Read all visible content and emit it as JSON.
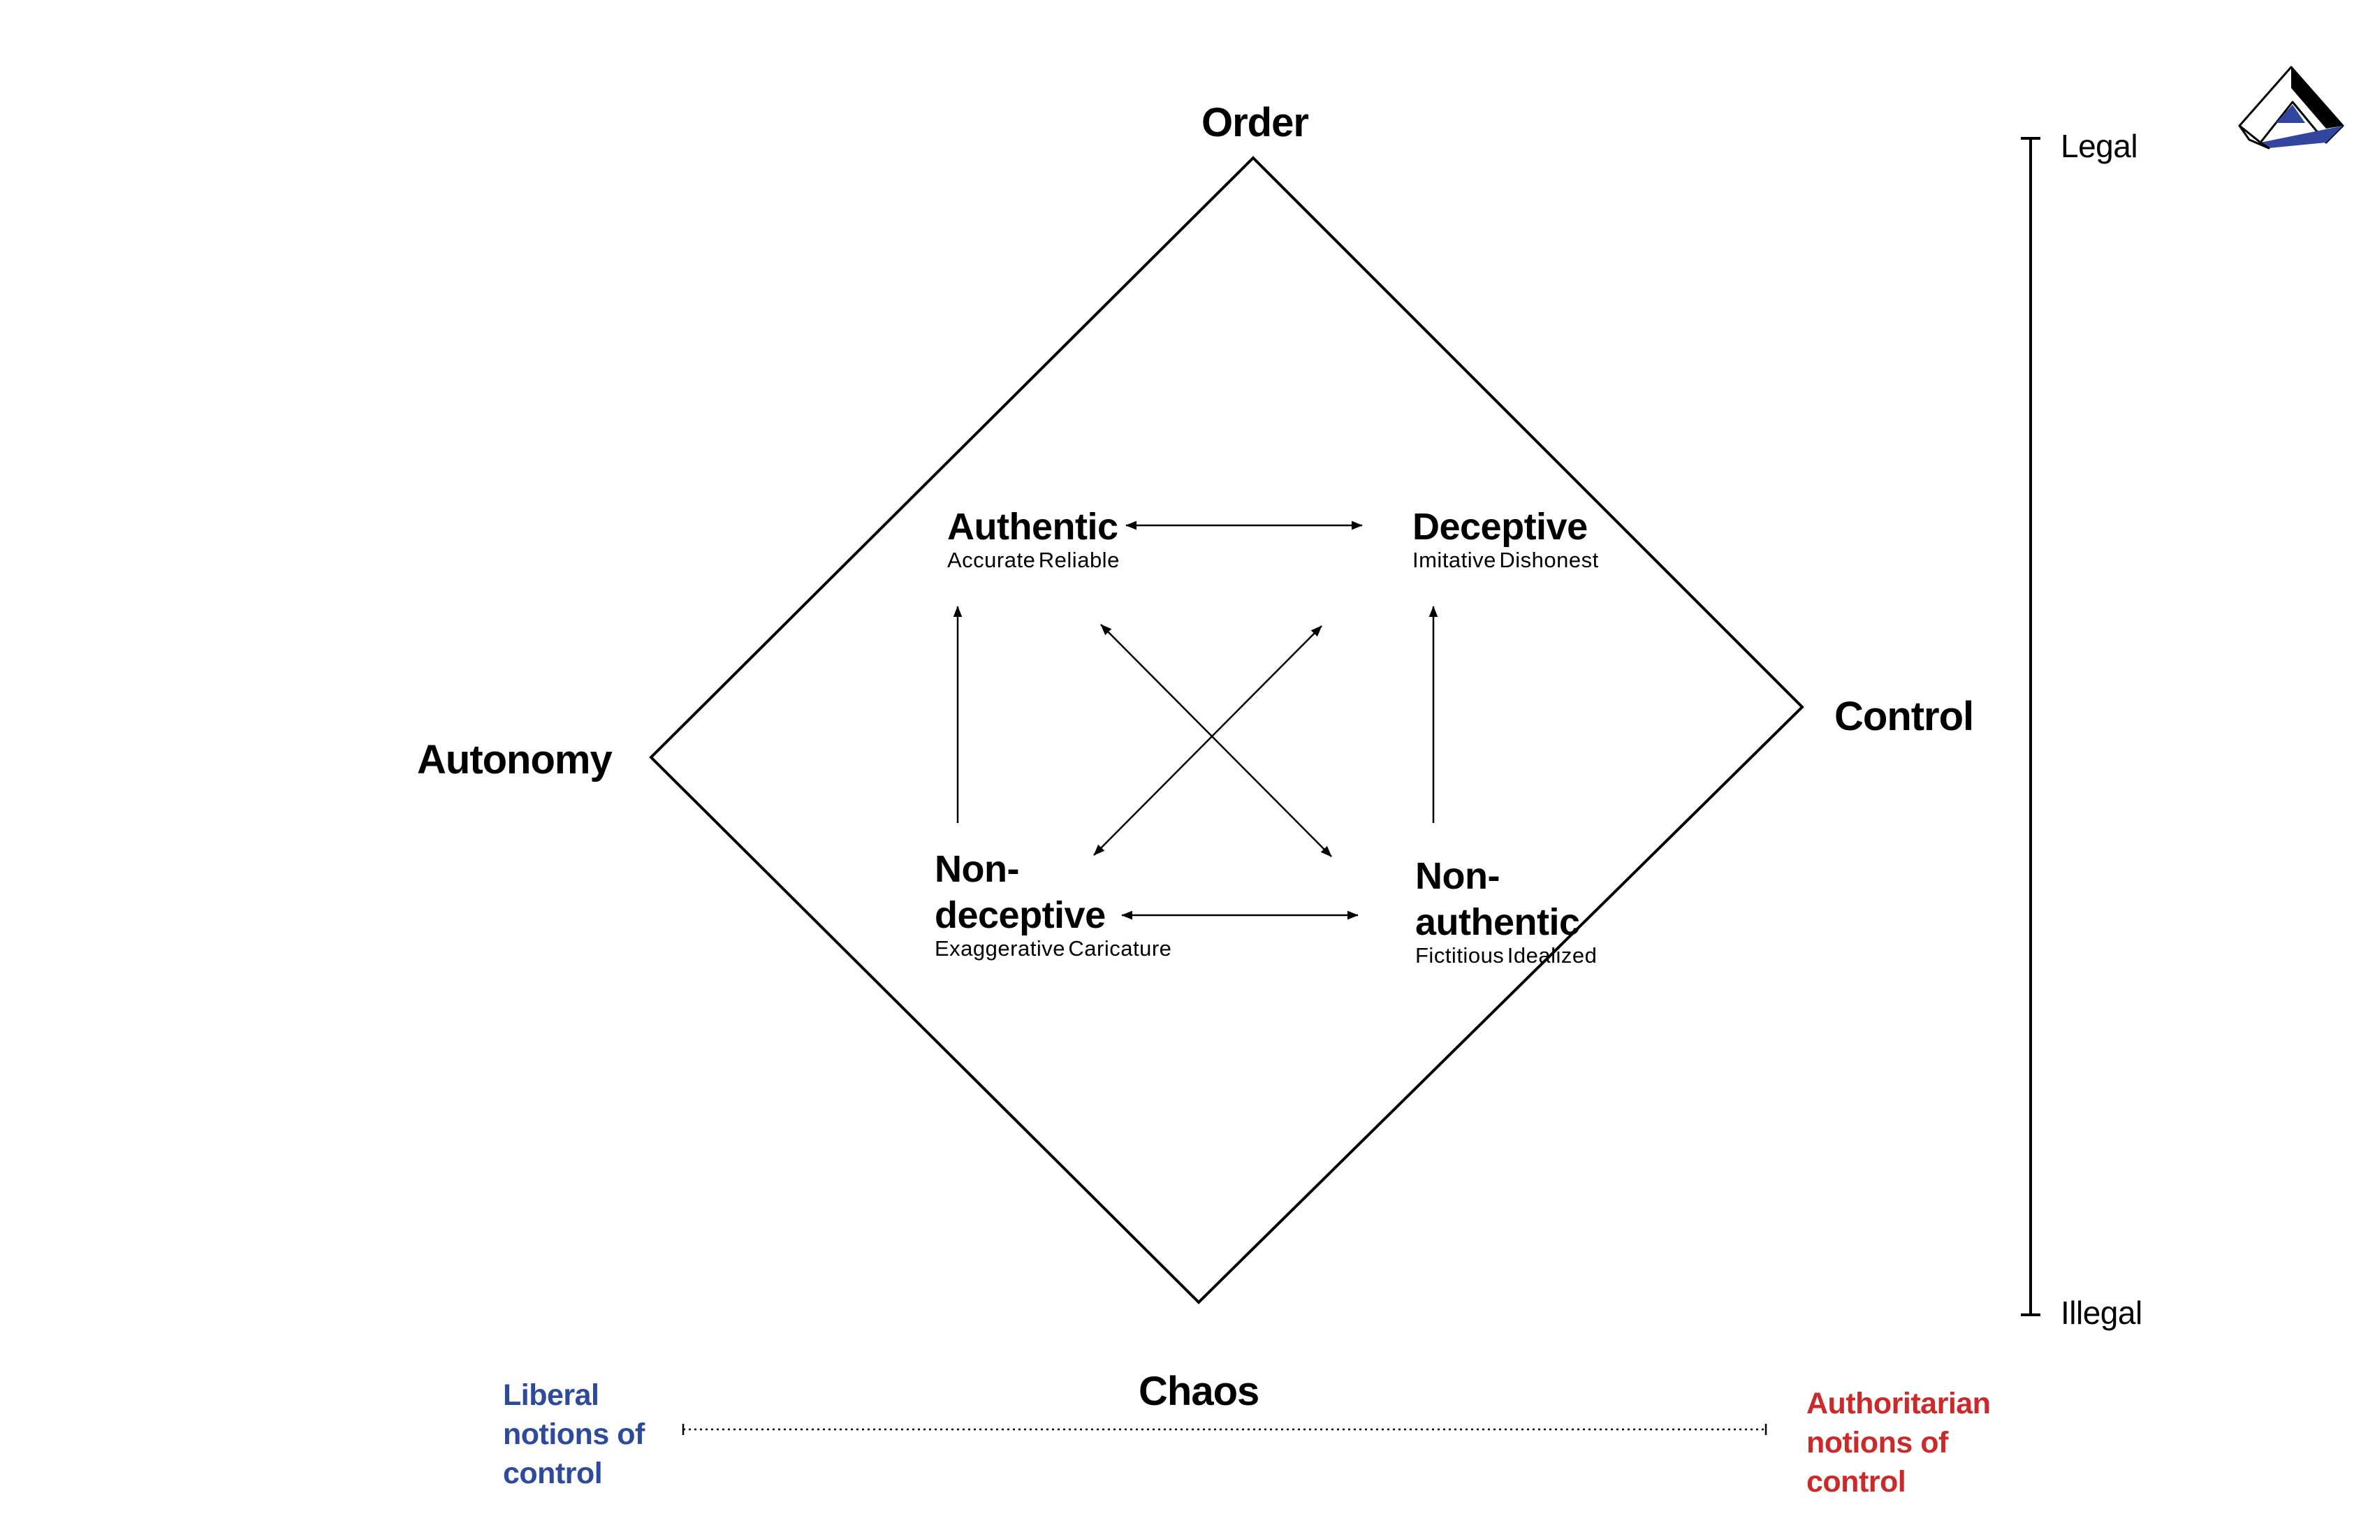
{
  "poles": {
    "top": "Order",
    "bottom": "Chaos",
    "left": "Autonomy",
    "right": "Control"
  },
  "quadrants": [
    {
      "id": "authentic",
      "title_lines": [
        "Authentic"
      ],
      "descriptors": [
        "Accurate",
        "Reliable"
      ]
    },
    {
      "id": "deceptive",
      "title_lines": [
        "Deceptive"
      ],
      "descriptors": [
        "Imitative",
        "Dishonest"
      ]
    },
    {
      "id": "non-deceptive",
      "title_lines": [
        "Non-",
        "deceptive"
      ],
      "descriptors": [
        "Exaggerative",
        "Caricature"
      ]
    },
    {
      "id": "non-authentic",
      "title_lines": [
        "Non-",
        "authentic"
      ],
      "descriptors": [
        "Fictitious",
        "Idealized"
      ]
    }
  ],
  "legality_scale": {
    "top": "Legal",
    "bottom": "Illegal"
  },
  "notions": {
    "left": {
      "lines": [
        "Liberal",
        "notions of",
        "control"
      ],
      "color": "#2f4a9a"
    },
    "right": {
      "lines": [
        "Authoritarian",
        "notions of",
        "control"
      ],
      "color": "#cc2a2a"
    }
  },
  "colors": {
    "ink": "#000000",
    "logo_blue": "#3246a0",
    "logo_light": "#ffffff"
  }
}
